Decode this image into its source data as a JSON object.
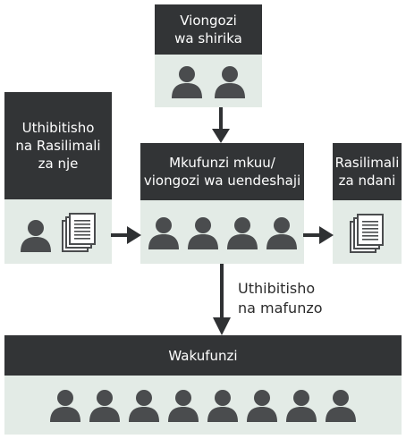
{
  "colors": {
    "header": "#323436",
    "panel": "#e3ebe6",
    "icon": "#4a4c4e",
    "header_text": "#ffffff"
  },
  "boxes": {
    "partners": {
      "title": "Viongozi\nwa shirika",
      "people": 2,
      "docs": 0
    },
    "external": {
      "title": "Uthibitisho\nna Rasilimali\nza nje",
      "people": 1,
      "docs": 1
    },
    "trainer": {
      "title": "Mkufunzi mkuu/\nviongozi wa uendeshaji",
      "people": 4,
      "docs": 0
    },
    "internal": {
      "title": "Rasilimali\nza ndani",
      "people": 0,
      "docs": 1
    },
    "trainers": {
      "title": "Wakufunzi",
      "people": 8,
      "docs": 0
    }
  },
  "arrow_label": "Uthibitisho\nna mafunzo"
}
